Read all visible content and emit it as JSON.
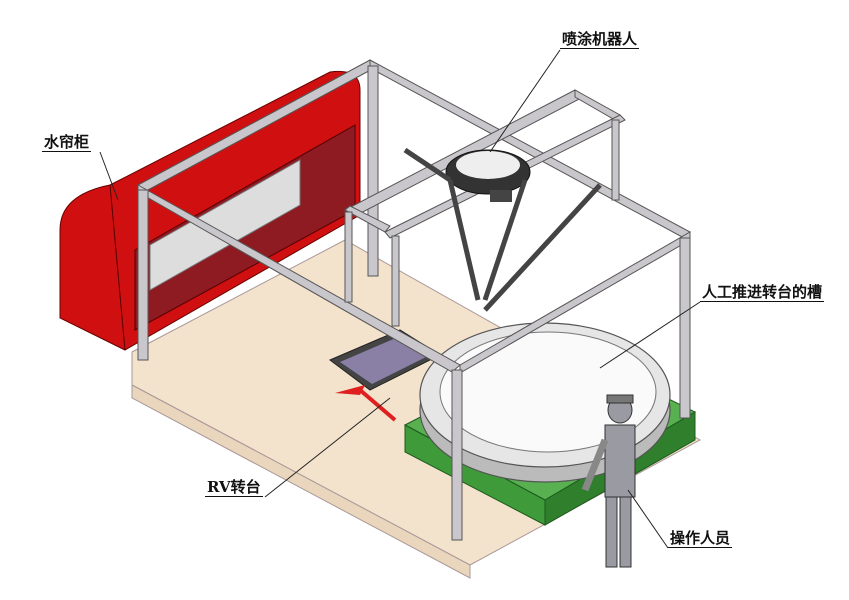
{
  "labels": {
    "robot": "喷涂机器人",
    "water_curtain": "水帘柜",
    "groove": "人工推进转台的槽",
    "rv_turntable": "RV转台",
    "operator": "操作人员"
  },
  "colors": {
    "cabinet": "#d01010",
    "floor": "#f3e3cc",
    "frame": "#c9c7cc",
    "pallet": "#3f9a3a",
    "arrow": "#e02020"
  }
}
